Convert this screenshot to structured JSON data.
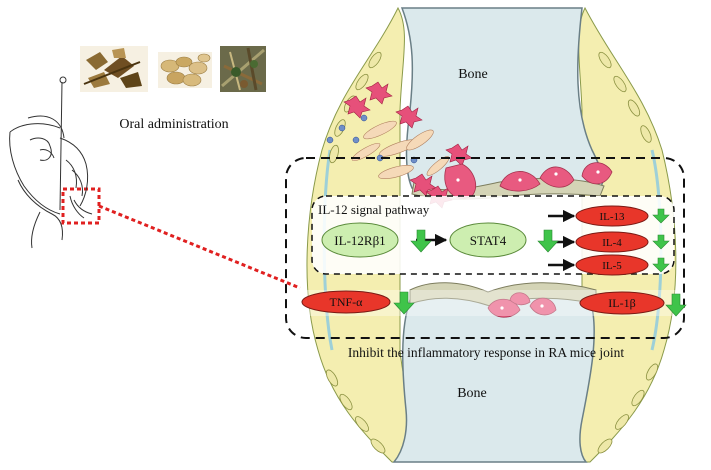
{
  "labels": {
    "bone_top": "Bone",
    "bone_bottom": "Bone",
    "oral_administration": "Oral administration",
    "signal_pathway": "IL-12 signal pathway",
    "caption": "Inhibit the inflammatory response in RA mice joint"
  },
  "nodes": {
    "il12rb1": "IL-12Rβ1",
    "stat4": "STAT4",
    "il13": "IL-13",
    "il4": "IL-4",
    "il5": "IL-5",
    "tnfa": "TNF-α",
    "il1b": "IL-1β"
  },
  "colors": {
    "green_node": "#cdeeb0",
    "red_node": "#e8362a",
    "down_arrow": "#3fc44a",
    "bone": "#dbe9ec",
    "cartilage": "#d4d4b6",
    "capsule": "#f4eeb0",
    "zoom_marker": "#e02020"
  }
}
